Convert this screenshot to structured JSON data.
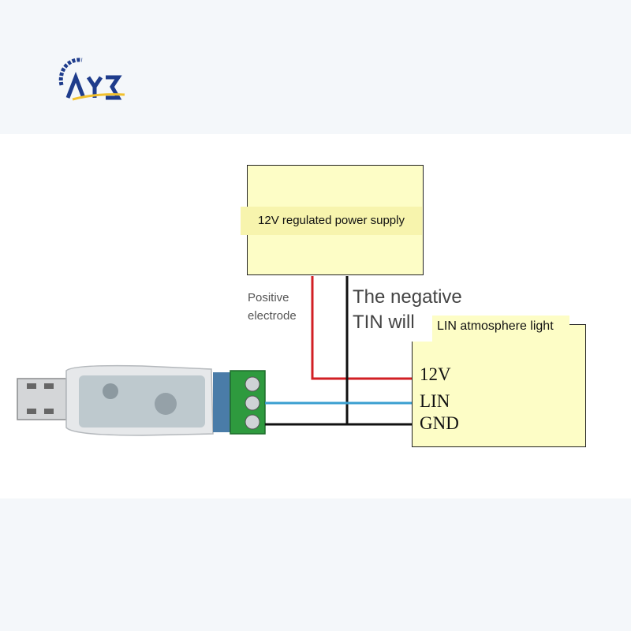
{
  "logo": {
    "text": "A Y E"
  },
  "power_supply": {
    "label": "12V regulated power supply"
  },
  "positive_note": {
    "line1": "Positive",
    "line2": "electrode"
  },
  "negative_note": {
    "line1": "The negative",
    "line2": "TIN will"
  },
  "lin_device": {
    "label": "LIN atmosphere light",
    "pins": {
      "v12": "12V",
      "lin": "LIN",
      "gnd": "GND"
    }
  },
  "wire_colors": {
    "positive": "#d21f24",
    "lin": "#3a9fd0",
    "ground": "#111111"
  },
  "colors": {
    "box_fill": "#fdfdc6",
    "terminal_green": "#2e9a3e"
  }
}
